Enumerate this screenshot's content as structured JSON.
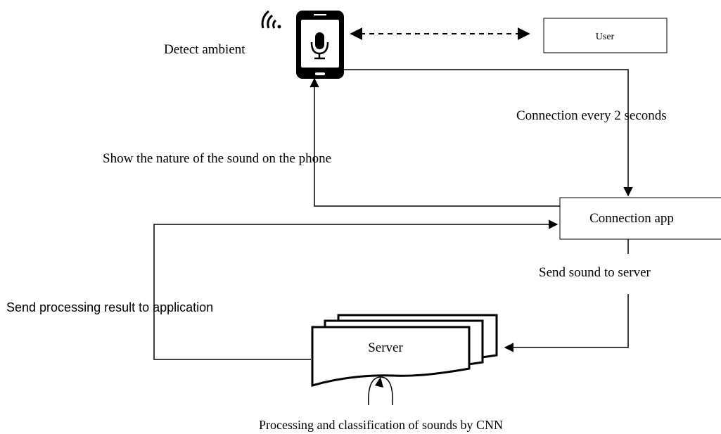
{
  "nodes": {
    "user": "User",
    "connection_app": "Connection app",
    "server": "Server"
  },
  "labels": {
    "detect_ambient": "Detect ambient",
    "connection_every": "Connection every 2 seconds",
    "show_nature": "Show the nature of the sound on the phone",
    "send_sound": "Send sound to server",
    "send_result": "Send processing result to application",
    "processing": "Processing and classification of sounds by CNN"
  },
  "icons": {
    "phone": "smartphone-icon",
    "microphone": "microphone-icon",
    "signal": "wireless-signal-icon"
  },
  "colors": {
    "ink": "#000000",
    "background": "#ffffff"
  }
}
